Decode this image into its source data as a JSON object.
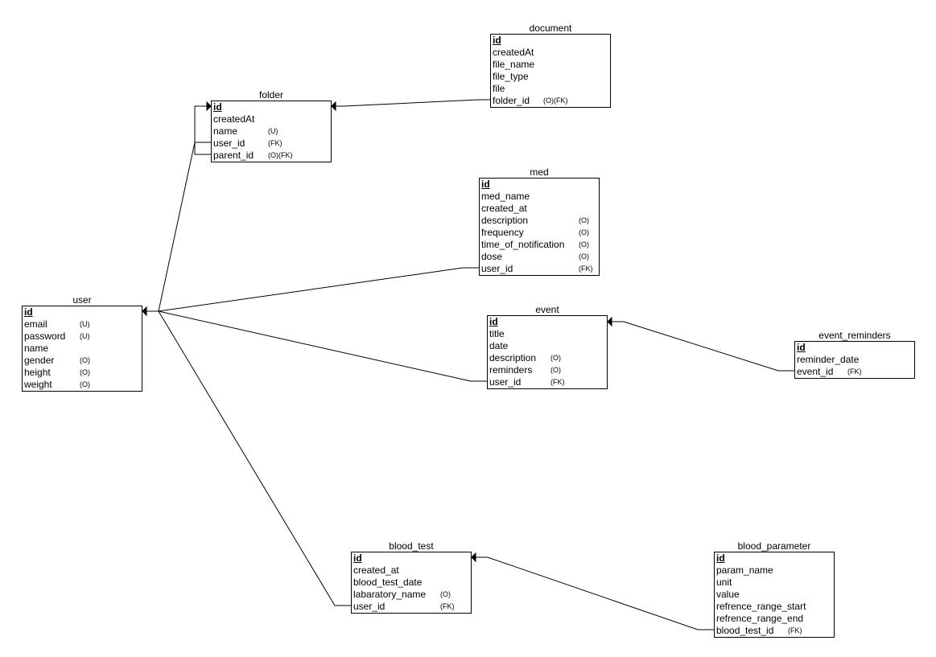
{
  "entities": {
    "document": {
      "title": "document",
      "fields": [
        {
          "name": "id",
          "tag": "",
          "pk": true
        },
        {
          "name": "createdAt",
          "tag": ""
        },
        {
          "name": "file_name",
          "tag": ""
        },
        {
          "name": "file_type",
          "tag": ""
        },
        {
          "name": "file",
          "tag": ""
        },
        {
          "name": "folder_id",
          "tag": "(O)(FK)"
        }
      ]
    },
    "folder": {
      "title": "folder",
      "fields": [
        {
          "name": "id",
          "tag": "",
          "pk": true
        },
        {
          "name": "createdAt",
          "tag": ""
        },
        {
          "name": "name",
          "tag": "(U)"
        },
        {
          "name": "user_id",
          "tag": "(FK)"
        },
        {
          "name": "parent_id",
          "tag": "(O)(FK)"
        }
      ]
    },
    "med": {
      "title": "med",
      "fields": [
        {
          "name": "id",
          "tag": "",
          "pk": true
        },
        {
          "name": "med_name",
          "tag": ""
        },
        {
          "name": "created_at",
          "tag": ""
        },
        {
          "name": "description",
          "tag": "(O)"
        },
        {
          "name": "frequency",
          "tag": "(O)"
        },
        {
          "name": "time_of_notification",
          "tag": "(O)"
        },
        {
          "name": "dose",
          "tag": "(O)"
        },
        {
          "name": "user_id",
          "tag": "(FK)"
        }
      ]
    },
    "user": {
      "title": "user",
      "fields": [
        {
          "name": "id",
          "tag": "",
          "pk": true
        },
        {
          "name": "email",
          "tag": "(U)"
        },
        {
          "name": "password",
          "tag": "(U)"
        },
        {
          "name": "name",
          "tag": ""
        },
        {
          "name": "gender",
          "tag": "(O)"
        },
        {
          "name": "height",
          "tag": "(O)"
        },
        {
          "name": "weight",
          "tag": "(O)"
        }
      ]
    },
    "event": {
      "title": "event",
      "fields": [
        {
          "name": "id",
          "tag": "",
          "pk": true
        },
        {
          "name": "title",
          "tag": ""
        },
        {
          "name": "date",
          "tag": ""
        },
        {
          "name": "description",
          "tag": "(O)"
        },
        {
          "name": "reminders",
          "tag": "(O)"
        },
        {
          "name": "user_id",
          "tag": "(FK)"
        }
      ]
    },
    "event_reminders": {
      "title": "event_reminders",
      "fields": [
        {
          "name": "id",
          "tag": "",
          "pk": true
        },
        {
          "name": "reminder_date",
          "tag": ""
        },
        {
          "name": "event_id",
          "tag": "(FK)"
        }
      ]
    },
    "blood_test": {
      "title": "blood_test",
      "fields": [
        {
          "name": "id",
          "tag": "",
          "pk": true
        },
        {
          "name": "created_at",
          "tag": ""
        },
        {
          "name": "blood_test_date",
          "tag": ""
        },
        {
          "name": "labaratory_name",
          "tag": "(O)"
        },
        {
          "name": "user_id",
          "tag": "(FK)"
        }
      ]
    },
    "blood_parameter": {
      "title": "blood_parameter",
      "fields": [
        {
          "name": "id",
          "tag": "",
          "pk": true
        },
        {
          "name": "param_name",
          "tag": ""
        },
        {
          "name": "unit",
          "tag": ""
        },
        {
          "name": "value",
          "tag": ""
        },
        {
          "name": "refrence_range_start",
          "tag": ""
        },
        {
          "name": "refrence_range_end",
          "tag": ""
        },
        {
          "name": "blood_test_id",
          "tag": "(FK)"
        }
      ]
    }
  },
  "relationships": [
    {
      "from": "document.folder_id",
      "to": "folder.id"
    },
    {
      "from": "folder.user_id",
      "to": "user.id"
    },
    {
      "from": "folder.parent_id",
      "to": "folder.id"
    },
    {
      "from": "med.user_id",
      "to": "user.id"
    },
    {
      "from": "event.user_id",
      "to": "user.id"
    },
    {
      "from": "blood_test.user_id",
      "to": "user.id"
    },
    {
      "from": "event_reminders.event_id",
      "to": "event.id"
    },
    {
      "from": "blood_parameter.blood_test_id",
      "to": "blood_test.id"
    }
  ]
}
